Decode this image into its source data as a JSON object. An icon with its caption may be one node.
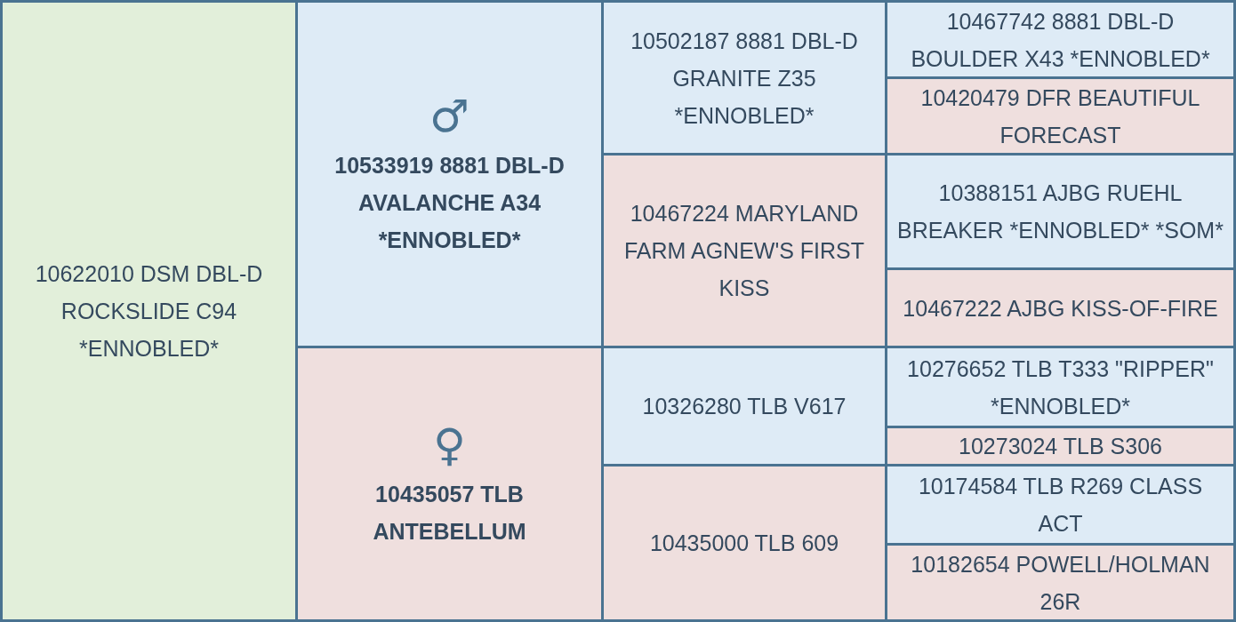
{
  "diagram": {
    "nodes": [
      {
        "text": [
          "10622010 DSM DBL-D ROCKSLIDE C94 *ENNOBLED*"
        ]
      },
      {
        "text": [
          "♂",
          "10533919 8881 DBL-D AVALANCHE A34 *ENNOBLED*"
        ]
      },
      {
        "text": [
          "10502187 8881 DBL-D GRANITE Z35 *ENNOBLED*"
        ]
      },
      {
        "text": [
          "10467742 8881 DBL-D BOULDER X43 *ENNOBLED*"
        ]
      },
      {
        "text": [
          "10420479 DFR BEAUTIFUL FORECAST"
        ]
      },
      {
        "text": [
          "10467224 MARYLAND FARM AGNEW'S FIRST KISS"
        ]
      },
      {
        "text": [
          "10388151 AJBG RUEHL BREAKER *ENNOBLED* *SOM*"
        ]
      },
      {
        "text": [
          "10467222 AJBG KISS-OF-FIRE"
        ]
      },
      {
        "text": [
          "♀",
          "10435057 TLB ANTEBELLUM"
        ]
      },
      {
        "text": [
          "10326280 TLB V617"
        ]
      },
      {
        "text": [
          "10276652 TLB T333 \"RIPPER\" *ENNOBLED*"
        ]
      },
      {
        "text": [
          "10273024 TLB S306"
        ]
      },
      {
        "text": [
          "10435000 TLB 609"
        ]
      },
      {
        "text": [
          "10174584 TLB R269 CLASS ACT"
        ]
      },
      {
        "text": [
          "10182654 POWELL/HOLMAN 26R"
        ]
      }
    ]
  }
}
